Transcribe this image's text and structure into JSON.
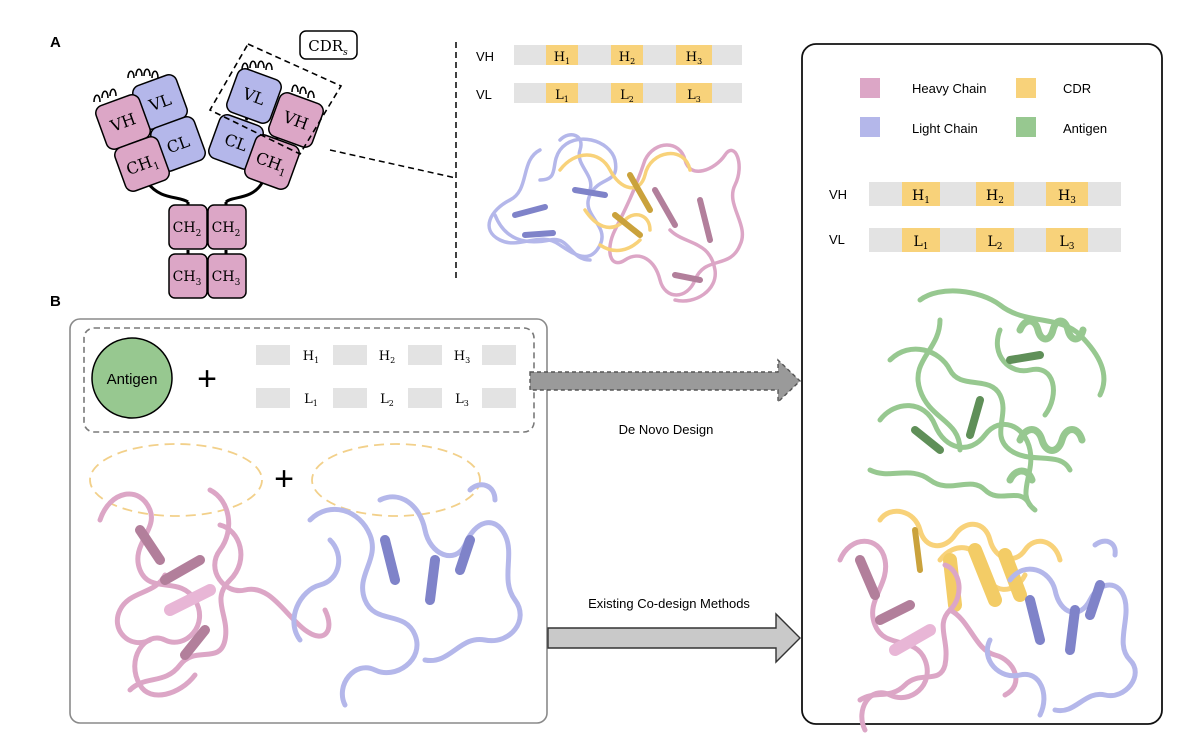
{
  "panel_labels": {
    "a": "A",
    "b": "B"
  },
  "antibody": {
    "domains": {
      "vl": "VL",
      "vh": "VH",
      "cl": "CL",
      "ch1_base": "CH",
      "ch1_sub": "1",
      "ch2_base": "CH",
      "ch2_sub": "2",
      "ch3_base": "CH",
      "ch3_sub": "3"
    },
    "cdr_box": {
      "base": "CDR",
      "sub": "s"
    }
  },
  "seq_rows": {
    "vh_label": "VH",
    "vl_label": "VL",
    "h": [
      {
        "base": "H",
        "sub": "1"
      },
      {
        "base": "H",
        "sub": "2"
      },
      {
        "base": "H",
        "sub": "3"
      }
    ],
    "l": [
      {
        "base": "L",
        "sub": "1"
      },
      {
        "base": "L",
        "sub": "2"
      },
      {
        "base": "L",
        "sub": "3"
      }
    ]
  },
  "legend": {
    "items": [
      {
        "label": "Heavy Chain",
        "color": "#dca6c6"
      },
      {
        "label": "CDR",
        "color": "#f8d27a"
      },
      {
        "label": "Light Chain",
        "color": "#b4b7ea"
      },
      {
        "label": "Antigen",
        "color": "#97c890"
      }
    ]
  },
  "panel_b": {
    "antigen_label": "Antigen",
    "plus": "+",
    "arrow_top_label": "De Novo Design",
    "arrow_bottom_label": "Existing Co-design Methods"
  },
  "colors": {
    "heavy": "#dca6c6",
    "heavy_dark": "#b27f9b",
    "light": "#b4b7ea",
    "light_dark": "#7f83c9",
    "cdr": "#f8d27a",
    "cdr_dark": "#caa23c",
    "antigen": "#97c890",
    "antigen_dark": "#5f8f58",
    "slot_gray": "#e3e3e3",
    "box_gray": "#8a8a8a"
  }
}
